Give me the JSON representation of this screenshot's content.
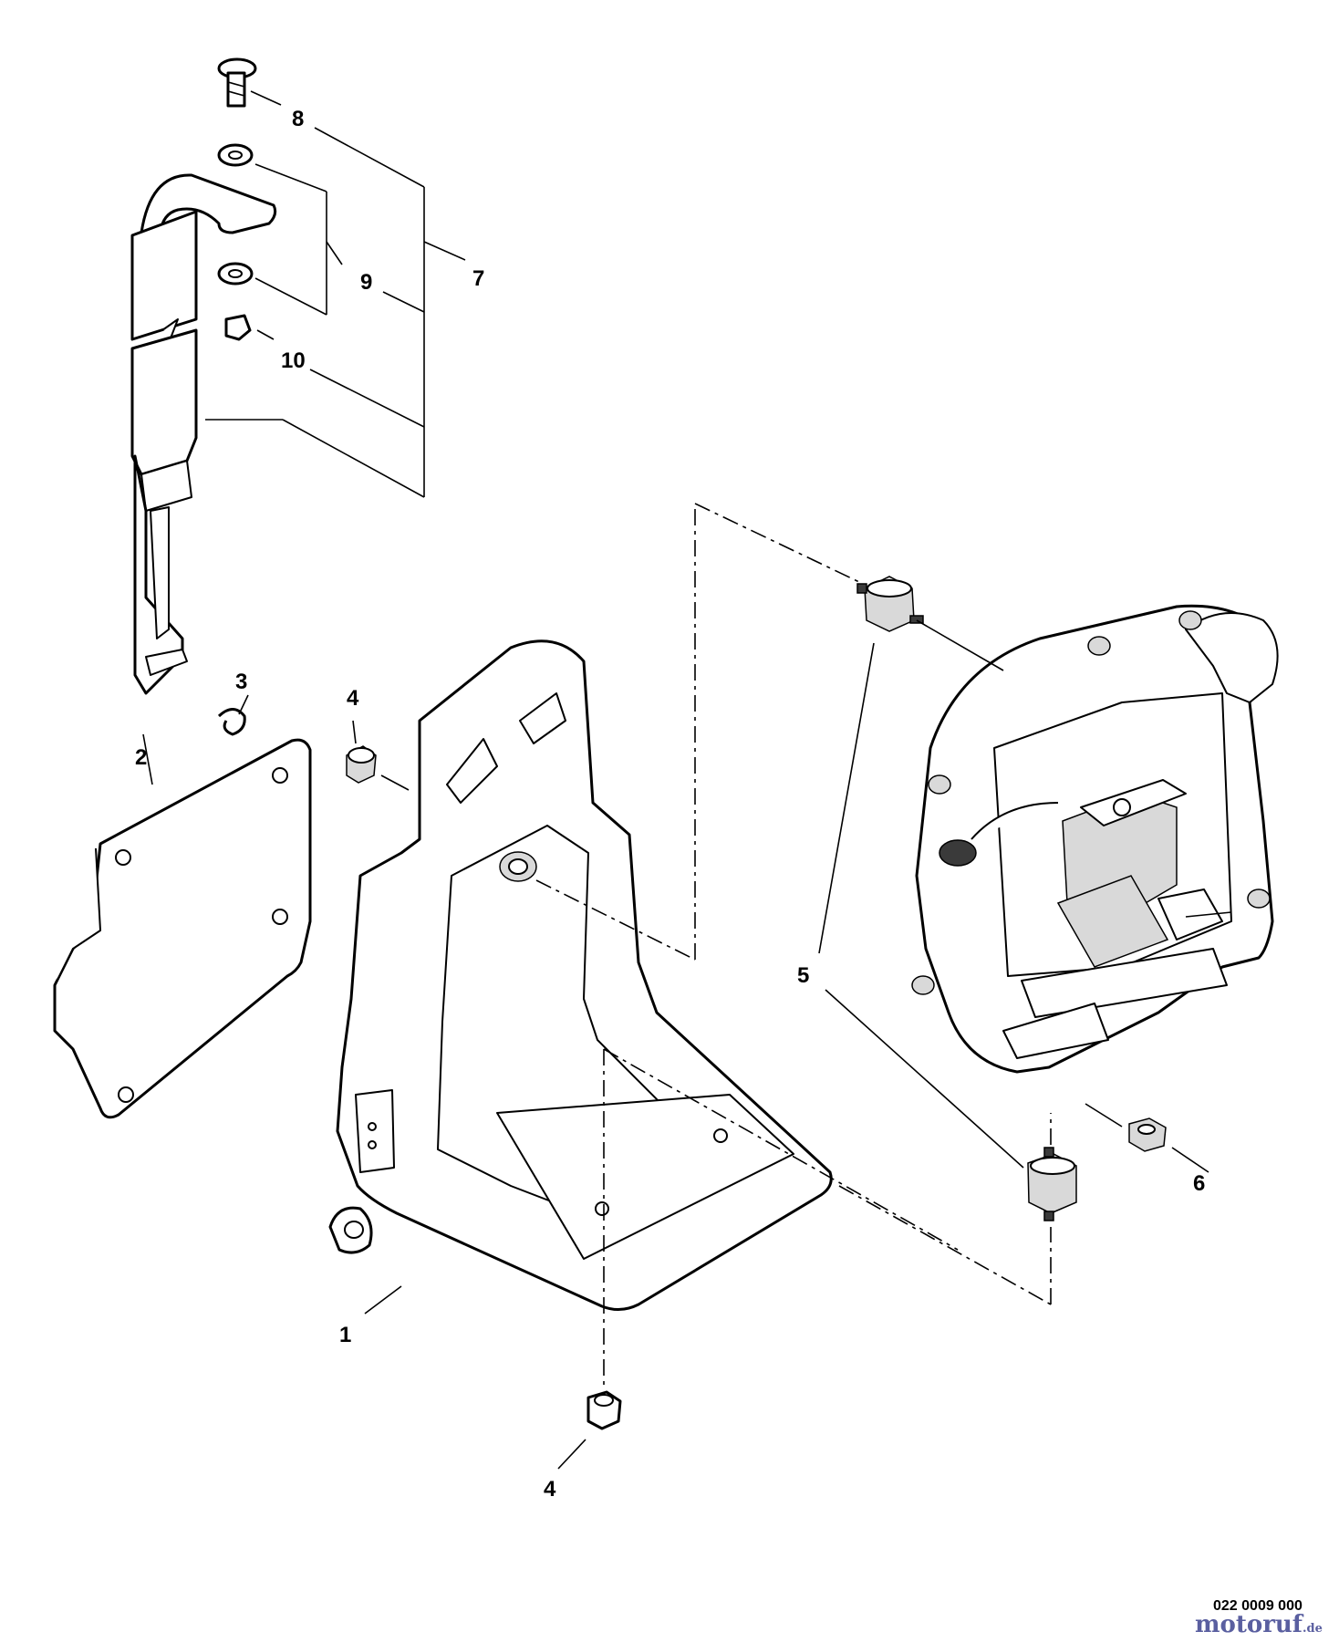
{
  "callouts": {
    "c1": "1",
    "c2": "2",
    "c3": "3",
    "c4a": "4",
    "c4b": "4",
    "c5": "5",
    "c6": "6",
    "c7": "7",
    "c8": "8",
    "c9": "9",
    "c10": "10"
  },
  "reference_code": "022 0009 000",
  "watermark": {
    "name": "motoruf",
    "suffix": ".de"
  }
}
